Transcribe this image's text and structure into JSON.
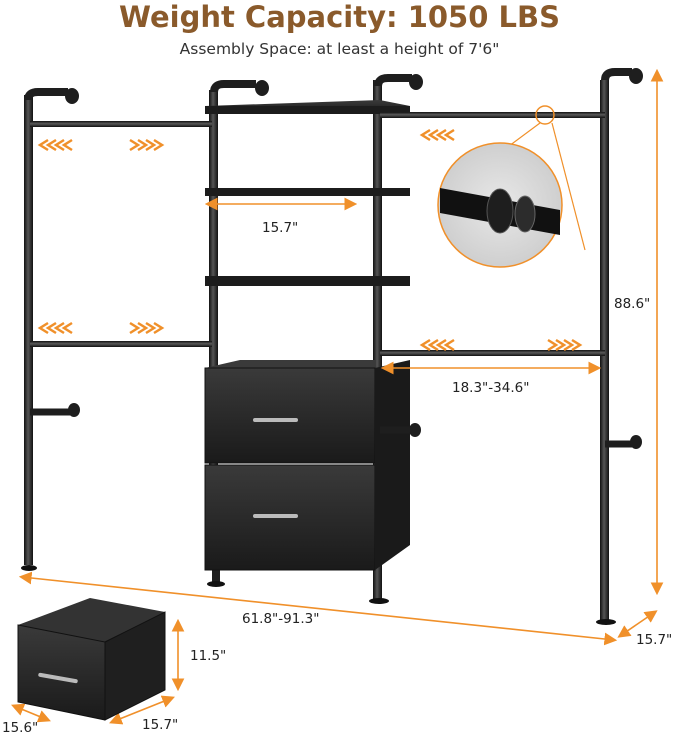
{
  "header": {
    "title": "Weight Capacity: 1050 LBS",
    "subtitle": "Assembly Space: at least a height of 7'6\""
  },
  "dimensions": {
    "shelf_width": "15.7\"",
    "height": "88.6\"",
    "rod_length": "18.3\"-34.6\"",
    "total_width": "61.8\"-91.3\"",
    "depth": "15.7\"",
    "drawer_height": "11.5\"",
    "drawer_width": "15.6\"",
    "drawer_depth": "15.7\""
  },
  "colors": {
    "accent": "#f0902a",
    "title": "#8a5a2b",
    "pipe": "#1e1e1e",
    "drawer": "#2a2a2a"
  }
}
